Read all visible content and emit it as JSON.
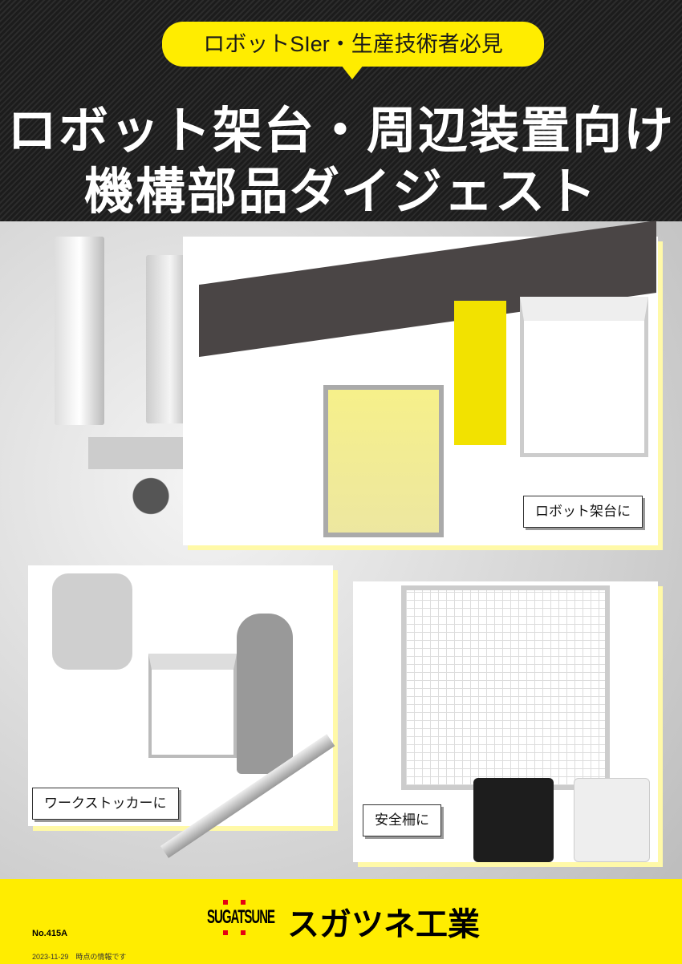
{
  "header": {
    "tagline": "ロボットSIer・生産技術者必見",
    "title_line1": "ロボット架台・周辺装置向け",
    "title_line2": "機構部品ダイジェスト"
  },
  "sections": [
    {
      "label": "ロボット架台に"
    },
    {
      "label": "ワークストッカーに"
    },
    {
      "label": "安全柵に"
    }
  ],
  "footer": {
    "catalog_no": "No.415A",
    "date_note": "2023-11-29　時点の情報です",
    "logo_en": "SUGATSUNE",
    "logo_jp": "スガツネ工業"
  },
  "colors": {
    "brand_yellow": "#ffed00",
    "logo_red": "#e60012"
  }
}
